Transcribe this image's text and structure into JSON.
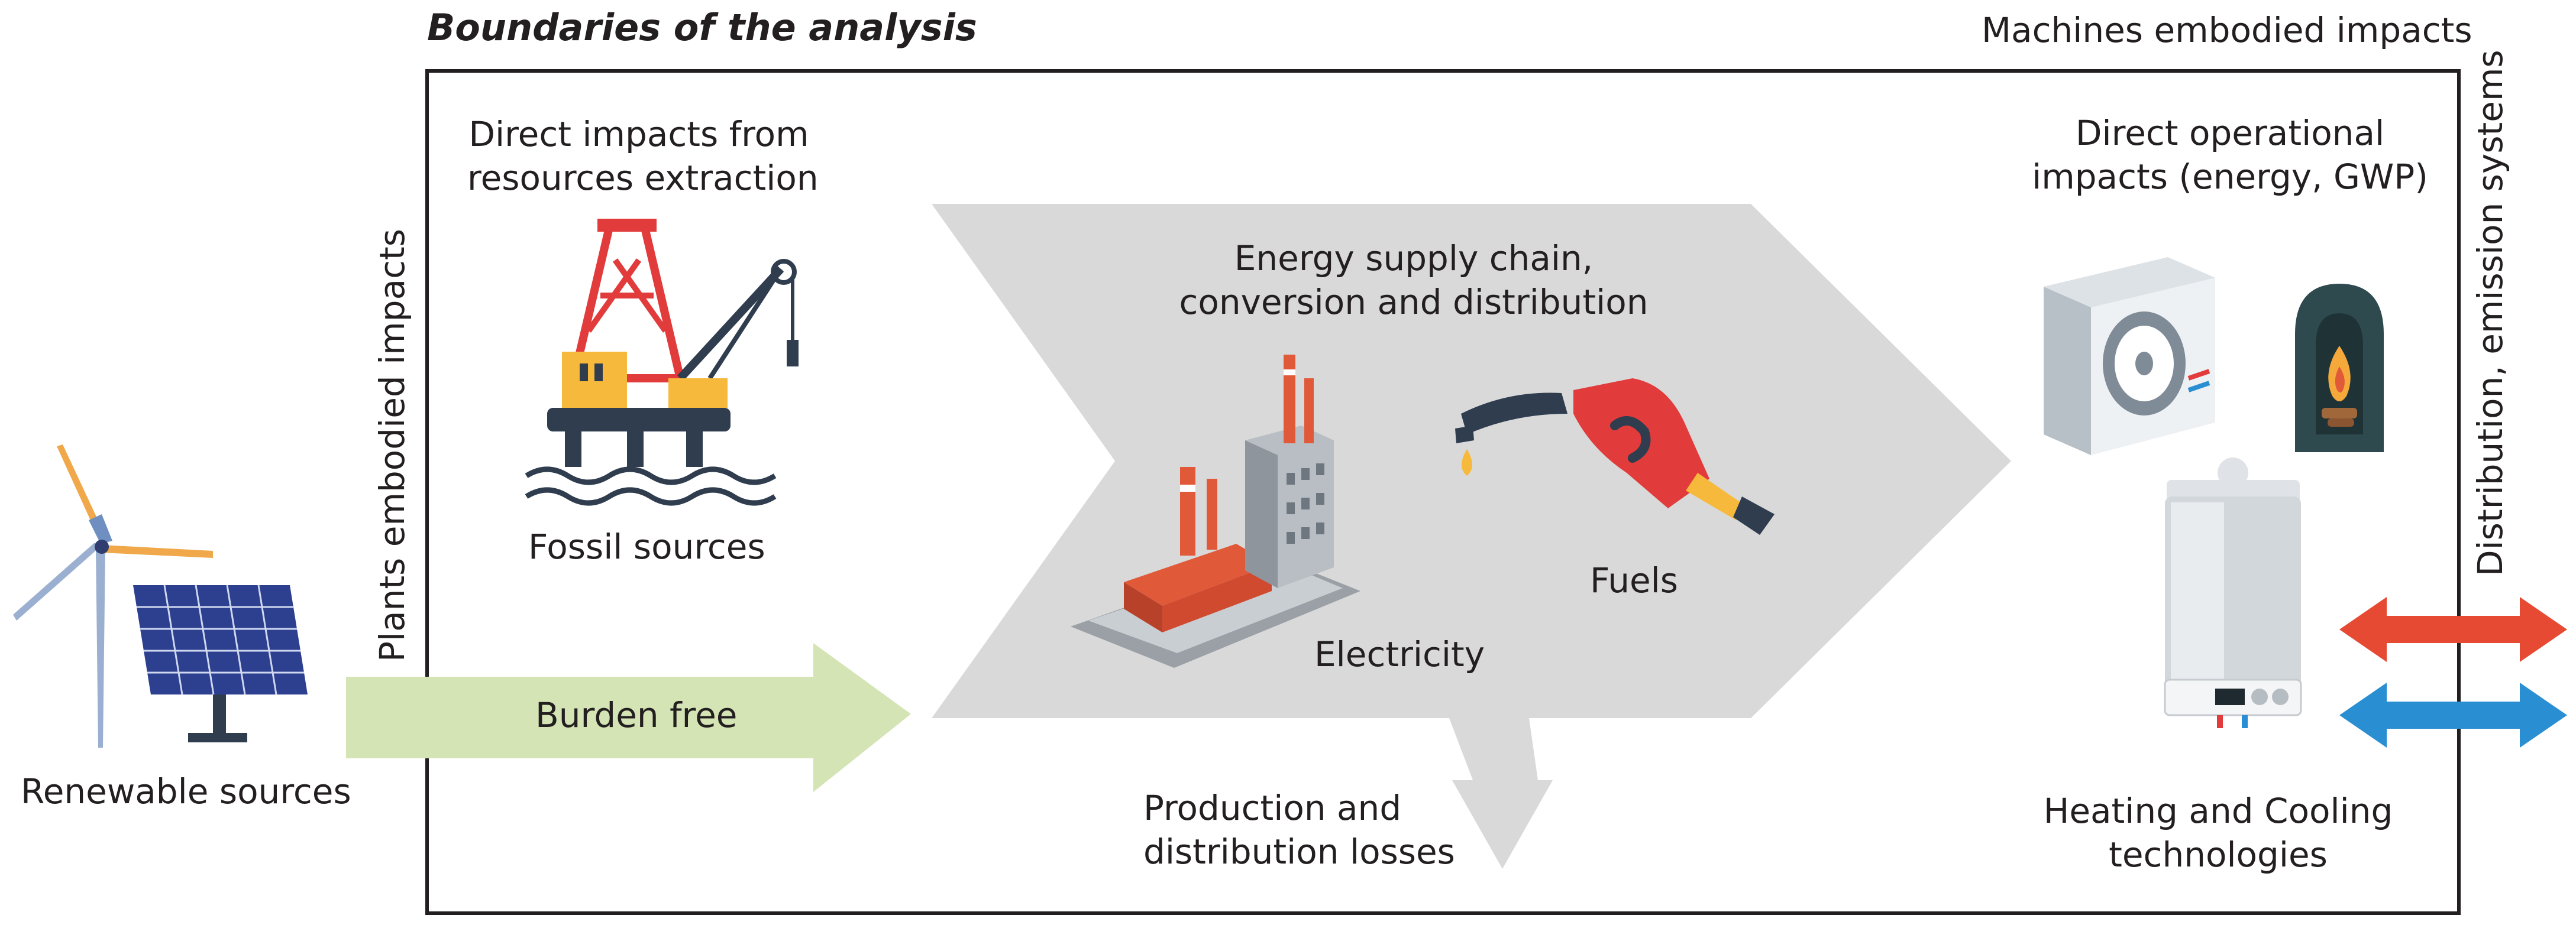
{
  "title": "Boundaries of the analysis",
  "labels": {
    "machines_embodied": "Machines embodied impacts",
    "plants_embodied": "Plants embodied impacts",
    "distribution_emission": "Distribution, emission systems",
    "direct_extraction": [
      "Direct impacts from",
      "resources extraction"
    ],
    "fossil_sources": "Fossil sources",
    "energy_supply_chain": [
      "Energy supply chain,",
      "conversion  and distribution"
    ],
    "electricity": "Electricity",
    "fuels": "Fuels",
    "direct_operational": [
      "Direct operational",
      "impacts (energy, GWP)"
    ],
    "burden_free": "Burden free",
    "renewable_sources": "Renewable sources",
    "losses": [
      "Production and",
      "distribution losses"
    ],
    "heating_cooling": [
      "Heating and Cooling",
      "technologies"
    ]
  },
  "icons": [
    "wind-turbine-icon",
    "solar-panel-icon",
    "oil-rig-icon",
    "power-plant-icon",
    "fuel-nozzle-icon",
    "heat-pump-icon",
    "stove-icon",
    "boiler-icon"
  ],
  "colors": {
    "boundary": "#231f20",
    "supply_arrow": "#d9d9d9",
    "burden_free_arrow": "#d4e4b4",
    "hot_arrow": "#e64a33",
    "cold_arrow": "#2a8fd2",
    "rig_red": "#e23b3b",
    "rig_yellow": "#f6b93b",
    "rig_navy": "#2f3d4f",
    "panel_blue": "#2d3f8f"
  }
}
